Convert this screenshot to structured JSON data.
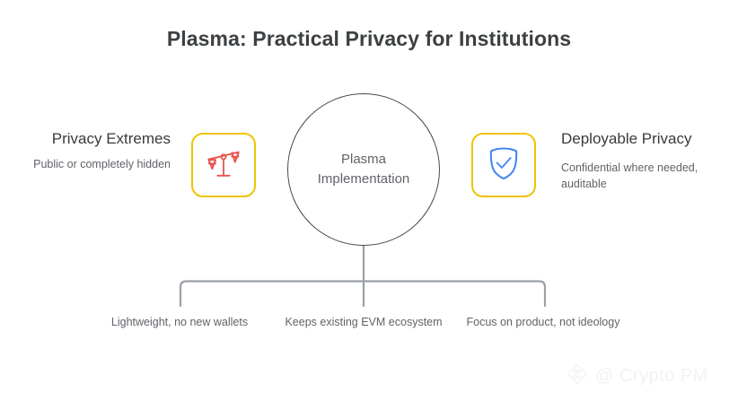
{
  "slide": {
    "title": "Plasma: Practical Privacy for Institutions",
    "background_color": "#ffffff"
  },
  "center": {
    "label": "Plasma\nImplementation",
    "outline_color": "#4a4a4a"
  },
  "left_block": {
    "heading": "Privacy Extremes",
    "subtext": "Public or completely hidden",
    "icon_name": "balance-scales-icon",
    "icon_color": "#E8554E",
    "icon_box_border_color": "#EFC400"
  },
  "right_block": {
    "heading": "Deployable Privacy",
    "subtext": "Confidential where needed, auditable",
    "icon_name": "shield-check-icon",
    "icon_color": "#4285F4",
    "icon_box_border_color": "#EFC400"
  },
  "bottom_items": [
    {
      "label": "Lightweight, no new wallets"
    },
    {
      "label": "Keeps existing EVM ecosystem"
    },
    {
      "label": "Focus on product, not ideology"
    }
  ],
  "connector": {
    "color": "#9aa0a6"
  },
  "watermark": {
    "text": "@ Crypto PM",
    "logo_name": "diamond-logo-icon",
    "color": "#f2f2f2"
  }
}
